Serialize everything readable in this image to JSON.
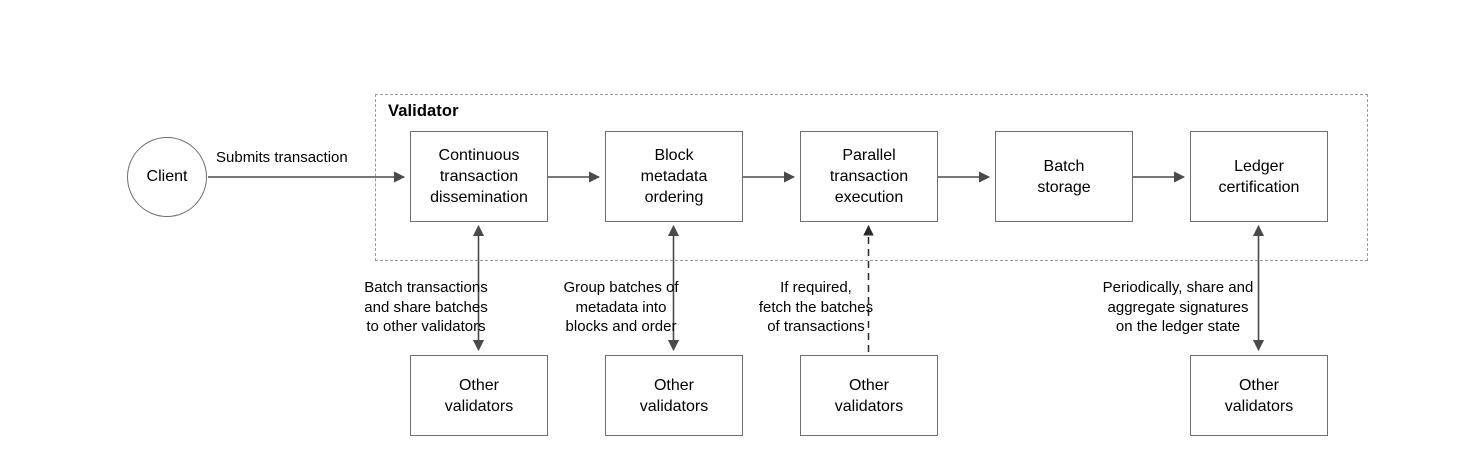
{
  "diagram": {
    "title_group": "Validator",
    "background_color": "#ffffff",
    "stroke_color": "#6f6f6f",
    "boundary_color": "#9a9a9a",
    "text_color": "#000000"
  },
  "client": {
    "label": "Client"
  },
  "submit_edge": {
    "label": "Submits transaction"
  },
  "pipeline": [
    {
      "label": "Continuous\ntransaction\ndissemination"
    },
    {
      "label": "Block\nmetadata\nordering"
    },
    {
      "label": "Parallel\ntransaction\nexecution"
    },
    {
      "label": "Batch\nstorage"
    },
    {
      "label": "Ledger\ncertification"
    }
  ],
  "peers": [
    {
      "label": "Other\nvalidators"
    },
    {
      "label": "Other\nvalidators"
    },
    {
      "label": "Other\nvalidators"
    },
    {
      "label": "Other\nvalidators"
    }
  ],
  "peer_notes": [
    {
      "label": "Batch transactions\nand share batches\nto other validators"
    },
    {
      "label": "Group batches of\nmetadata into\nblocks and order"
    },
    {
      "label": "If required,\nfetch the batches\nof transactions"
    },
    {
      "label": "Periodically, share and\naggregate signatures\non the ledger state"
    }
  ]
}
